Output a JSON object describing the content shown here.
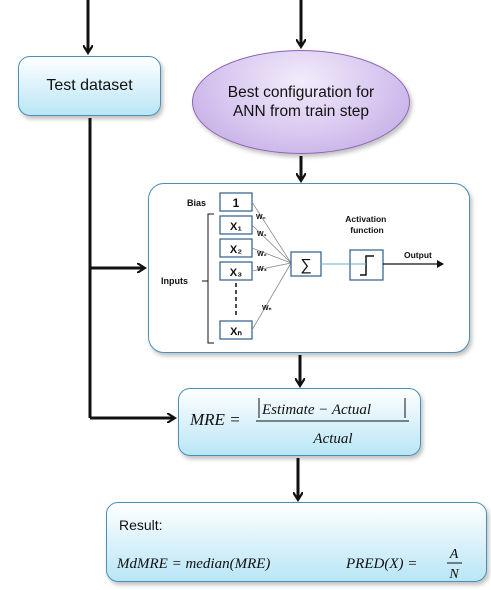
{
  "test_dataset": "Test dataset",
  "best_config": "Best configuration for ANN from train step",
  "neuron": {
    "bias_label": "Bias",
    "bias_value": "1",
    "inputs_label": "Inputs",
    "inputs": [
      "X₁",
      "X₂",
      "X₃",
      "Xₙ"
    ],
    "weights": [
      "W₀",
      "W₁",
      "W₂",
      "W₃",
      "Wₙ"
    ],
    "sum_symbol": "∑",
    "activation_label": "Activation function",
    "output_label": "Output"
  },
  "mre_formula": {
    "lhs": "MRE =",
    "numerator": "Estimate − Actual",
    "denominator": "Actual"
  },
  "result": {
    "label": "Result:",
    "mdmre": "MdMRE = median(MRE)",
    "pred_lhs": "PRED(X) =",
    "pred_num": "A",
    "pred_den": "N"
  },
  "colors": {
    "box_border": "#4a8fb4",
    "box_fill": "#b9e6f6",
    "ellipse_fill": "#d7c5ef",
    "ellipse_border": "#8a63b6",
    "arrow": "#111111"
  }
}
